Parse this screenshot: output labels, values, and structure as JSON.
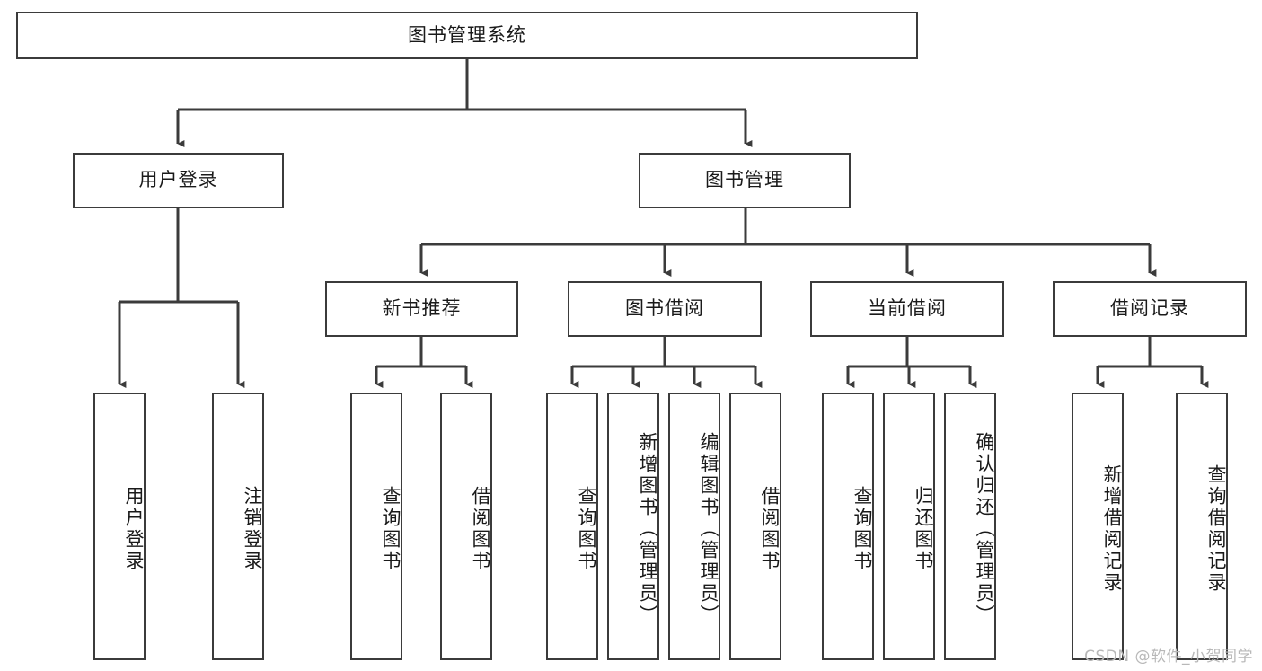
{
  "diagram": {
    "title": "图书管理系统",
    "type": "tree",
    "stroke_color": "#3b3b3b",
    "text_color": "#1a1a1a",
    "background_color": "#ffffff",
    "watermark": "CSDN @软件_小贺同学",
    "nodes": {
      "root": {
        "label": "图书管理系统"
      },
      "level2": [
        {
          "id": "user-login",
          "label": "用户登录"
        },
        {
          "id": "book-manage",
          "label": "图书管理"
        }
      ],
      "level3": [
        {
          "id": "new-book-recommend",
          "label": "新书推荐"
        },
        {
          "id": "book-borrow",
          "label": "图书借阅"
        },
        {
          "id": "current-borrow",
          "label": "当前借阅"
        },
        {
          "id": "borrow-record",
          "label": "借阅记录"
        }
      ],
      "leaves": {
        "user_login": [
          {
            "id": "leaf-user-login",
            "label": "用户登录"
          },
          {
            "id": "leaf-logout-login",
            "label": "注销登录"
          }
        ],
        "new_book_recommend": [
          {
            "id": "leaf-query-book-1",
            "label": "查询图书"
          },
          {
            "id": "leaf-borrow-book-1",
            "label": "借阅图书"
          }
        ],
        "book_borrow": [
          {
            "id": "leaf-query-book-2",
            "label": "查询图书"
          },
          {
            "id": "leaf-add-book",
            "label": "新增图书（管理员）"
          },
          {
            "id": "leaf-edit-book",
            "label": "编辑图书（管理员）"
          },
          {
            "id": "leaf-borrow-book-2",
            "label": "借阅图书"
          }
        ],
        "current_borrow": [
          {
            "id": "leaf-query-book-3",
            "label": "查询图书"
          },
          {
            "id": "leaf-return-book",
            "label": "归还图书"
          },
          {
            "id": "leaf-confirm-return",
            "label": "确认归还（管理员）"
          }
        ],
        "borrow_record": [
          {
            "id": "leaf-add-record",
            "label": "新增借阅记录"
          },
          {
            "id": "leaf-query-record",
            "label": "查询借阅记录"
          }
        ]
      }
    }
  }
}
